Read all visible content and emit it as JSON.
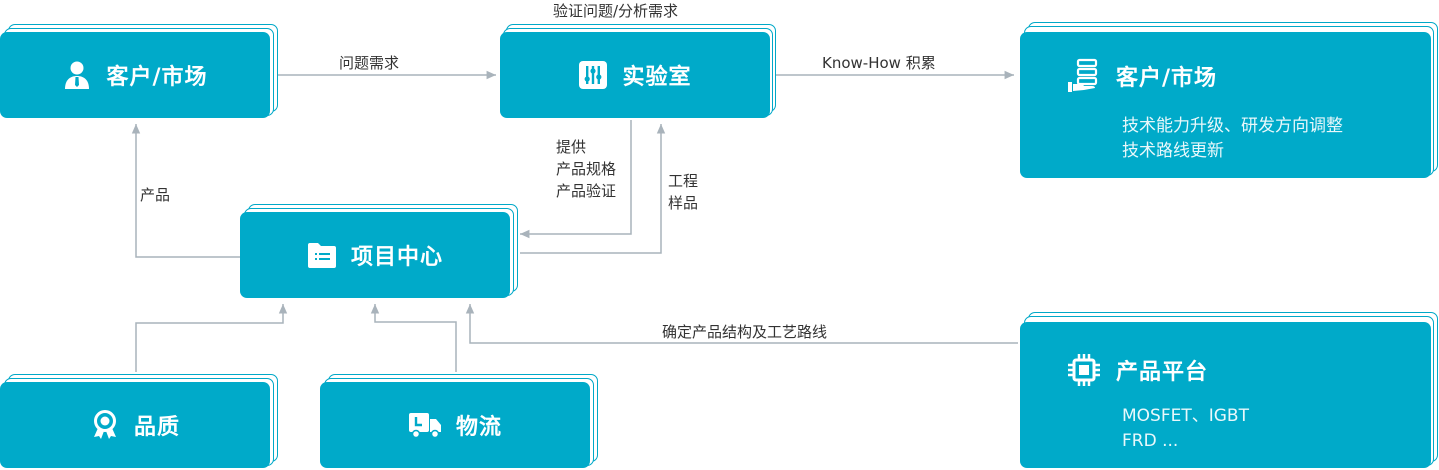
{
  "nodes": {
    "customer_market_left": {
      "label": "客户/市场",
      "icon": "person-icon"
    },
    "lab": {
      "label": "实验室",
      "icon": "lab-tools-icon"
    },
    "project_center": {
      "label": "项目中心",
      "icon": "folder-icon"
    },
    "quality": {
      "label": "品质",
      "icon": "award-badge-icon"
    },
    "logistics": {
      "label": "物流",
      "icon": "delivery-truck-icon"
    },
    "customer_market_right": {
      "label": "客户/市场",
      "icon": "server-hand-icon",
      "lines": [
        "技术能力升级、研发方向调整",
        "技术路线更新"
      ]
    },
    "product_platform": {
      "label": "产品平台",
      "icon": "chip-icon",
      "lines": [
        "MOSFET、IGBT",
        "FRD ..."
      ]
    }
  },
  "edges": {
    "problem_demand": "问题需求",
    "validate_analysis": "验证问题/分析需求",
    "knowhow": "Know-How 积累",
    "product": "产品",
    "provide_specs": [
      "提供",
      "产品规格",
      "产品验证"
    ],
    "engineering_samples": [
      "工程",
      "样品"
    ],
    "confirm_structure": "确定产品结构及工艺路线"
  },
  "colors": {
    "box": "#00aac9",
    "line": "#a9b3bb"
  }
}
